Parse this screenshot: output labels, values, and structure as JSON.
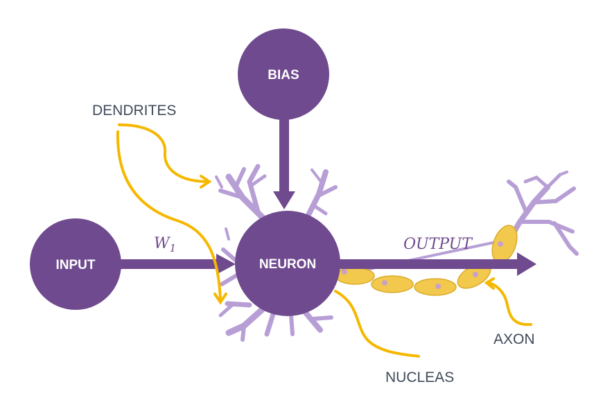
{
  "nodes": {
    "bias": "BIAS",
    "input": "INPUT",
    "neuron": "NEURON"
  },
  "callouts": {
    "dendrites": "DENDRITES",
    "axon": "AXON",
    "nucleas": "NUCLEAS"
  },
  "edges": {
    "weight_symbol": "W",
    "weight_subscript": "1",
    "output": "OUTPUT"
  },
  "colors": {
    "node_fill": "#6f4a8e",
    "dendrite": "#b79fd6",
    "axon_cell": "#f2c94c",
    "callout_line": "#f5b800"
  }
}
